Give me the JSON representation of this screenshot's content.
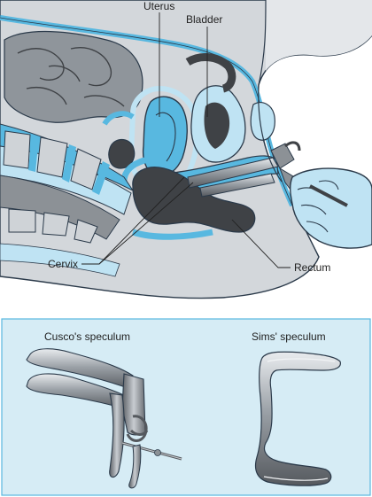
{
  "labels": {
    "uterus": "Uterus",
    "bladder": "Bladder",
    "cervix": "Cervix",
    "rectum": "Rectum",
    "cusco": "Cusco's speculum",
    "sims": "Sims' speculum"
  },
  "colors": {
    "tissue_blue": "#58b8e0",
    "pale_blue": "#bfe3f3",
    "panel_bg": "#d6ecf5",
    "dark_gray": "#3f4246",
    "mid_gray": "#8c9196",
    "light_gray": "#cfd3d7",
    "skin": "#e6f2f8"
  }
}
